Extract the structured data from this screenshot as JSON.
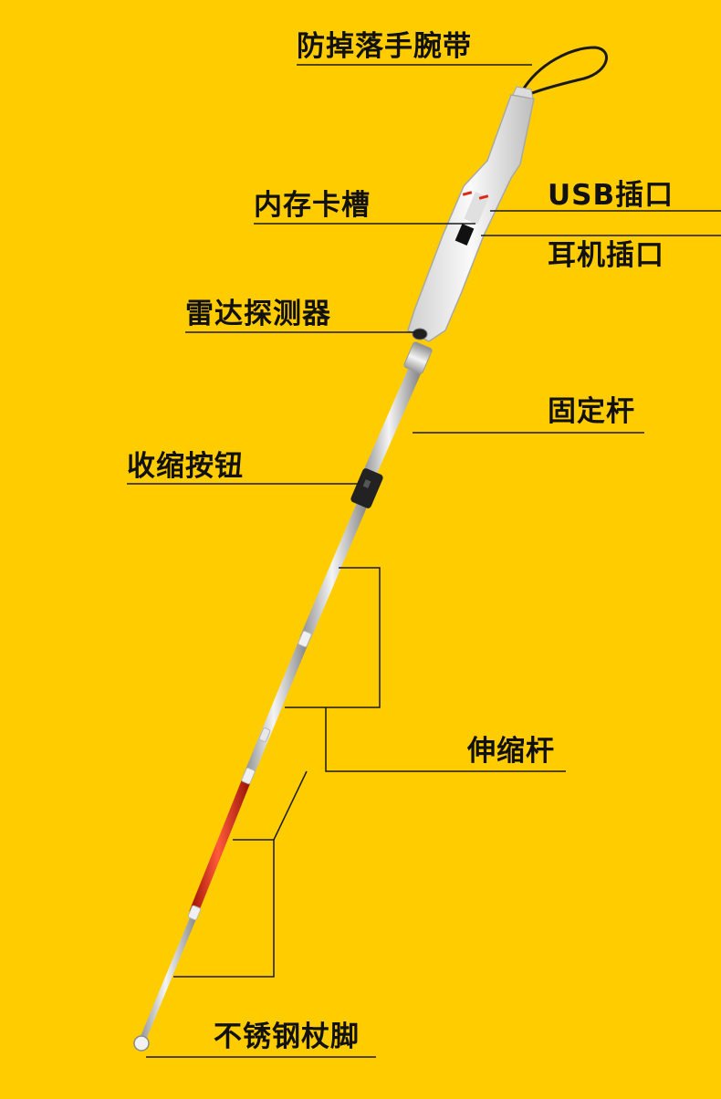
{
  "background": "#FFCC00",
  "colors": {
    "line": "#1a1a1a",
    "handle": "#ececec",
    "rod": "#c8c8c8",
    "red_section": "#d92a14",
    "collar": "#222222"
  },
  "labels": {
    "wrist_strap": "防掉落手腕带",
    "memory_card_slot": "内存卡槽",
    "usb_port": "USB插口",
    "headphone_port": "耳机插口",
    "radar_detector": "雷达探测器",
    "fixed_rod": "固定杆",
    "retract_button": "收缩按钮",
    "telescopic_rod": "伸缩杆",
    "stainless_tip": "不锈钢杖脚"
  }
}
